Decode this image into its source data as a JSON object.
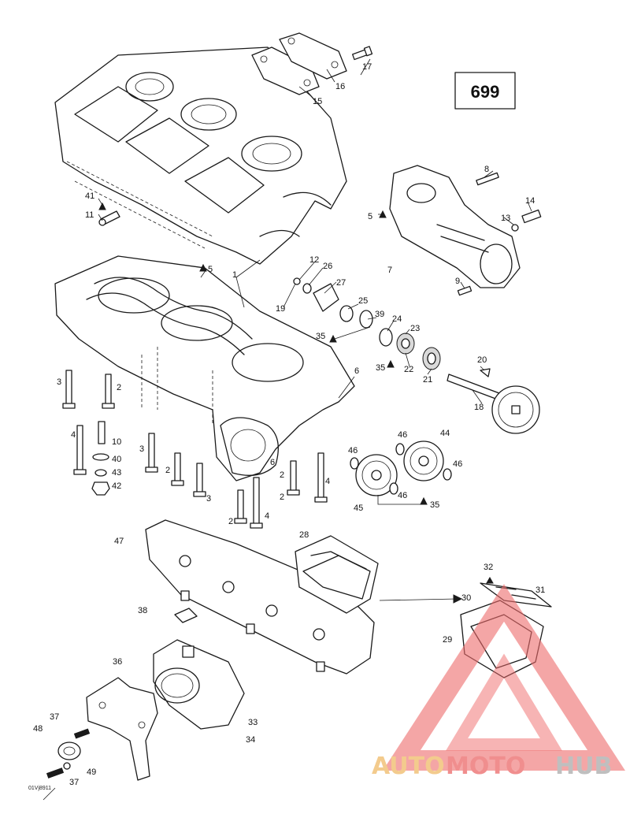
{
  "diagram": {
    "page_number": "699",
    "reference_code": "01Vj8911",
    "callouts": [
      {
        "key": "c1",
        "label": "1"
      },
      {
        "key": "c2a",
        "label": "2"
      },
      {
        "key": "c2b",
        "label": "2"
      },
      {
        "key": "c2c",
        "label": "2"
      },
      {
        "key": "c2d",
        "label": "2"
      },
      {
        "key": "c2e",
        "label": "2"
      },
      {
        "key": "c3a",
        "label": "3"
      },
      {
        "key": "c3b",
        "label": "3"
      },
      {
        "key": "c3c",
        "label": "3"
      },
      {
        "key": "c4a",
        "label": "4"
      },
      {
        "key": "c4b",
        "label": "4"
      },
      {
        "key": "c4c",
        "label": "4"
      },
      {
        "key": "c5a",
        "label": "5"
      },
      {
        "key": "c5b",
        "label": "5"
      },
      {
        "key": "c6a",
        "label": "6"
      },
      {
        "key": "c6b",
        "label": "6"
      },
      {
        "key": "c7",
        "label": "7"
      },
      {
        "key": "c8",
        "label": "8"
      },
      {
        "key": "c9",
        "label": "9"
      },
      {
        "key": "c10",
        "label": "10"
      },
      {
        "key": "c11",
        "label": "11"
      },
      {
        "key": "c12",
        "label": "12"
      },
      {
        "key": "c13",
        "label": "13"
      },
      {
        "key": "c14",
        "label": "14"
      },
      {
        "key": "c15",
        "label": "15"
      },
      {
        "key": "c16",
        "label": "16"
      },
      {
        "key": "c17",
        "label": "17"
      },
      {
        "key": "c18",
        "label": "18"
      },
      {
        "key": "c19",
        "label": "19"
      },
      {
        "key": "c20",
        "label": "20"
      },
      {
        "key": "c21",
        "label": "21"
      },
      {
        "key": "c22",
        "label": "22"
      },
      {
        "key": "c23",
        "label": "23"
      },
      {
        "key": "c24",
        "label": "24"
      },
      {
        "key": "c25",
        "label": "25"
      },
      {
        "key": "c26",
        "label": "26"
      },
      {
        "key": "c27",
        "label": "27"
      },
      {
        "key": "c28",
        "label": "28"
      },
      {
        "key": "c29",
        "label": "29"
      },
      {
        "key": "c30",
        "label": "30"
      },
      {
        "key": "c31",
        "label": "31"
      },
      {
        "key": "c32",
        "label": "32"
      },
      {
        "key": "c33",
        "label": "33"
      },
      {
        "key": "c34",
        "label": "34"
      },
      {
        "key": "c35a",
        "label": "35"
      },
      {
        "key": "c35b",
        "label": "35"
      },
      {
        "key": "c35c",
        "label": "35"
      },
      {
        "key": "c36",
        "label": "36"
      },
      {
        "key": "c37a",
        "label": "37"
      },
      {
        "key": "c37b",
        "label": "37"
      },
      {
        "key": "c38",
        "label": "38"
      },
      {
        "key": "c39",
        "label": "39"
      },
      {
        "key": "c40",
        "label": "40"
      },
      {
        "key": "c41",
        "label": "41"
      },
      {
        "key": "c42",
        "label": "42"
      },
      {
        "key": "c43",
        "label": "43"
      },
      {
        "key": "c44",
        "label": "44"
      },
      {
        "key": "c45",
        "label": "45"
      },
      {
        "key": "c46a",
        "label": "46"
      },
      {
        "key": "c46b",
        "label": "46"
      },
      {
        "key": "c46c",
        "label": "46"
      },
      {
        "key": "c46d",
        "label": "46"
      },
      {
        "key": "c47",
        "label": "47"
      },
      {
        "key": "c48",
        "label": "48"
      },
      {
        "key": "c49",
        "label": "49"
      }
    ]
  },
  "watermark": {
    "part1": "AUTO",
    "part2": "MOTO",
    "part3": "HUB",
    "colors": {
      "auto": "#f2c27a",
      "moto": "#ee7b7b",
      "hub": "#b5b5b5",
      "triangle": "#ee6b6b"
    }
  }
}
